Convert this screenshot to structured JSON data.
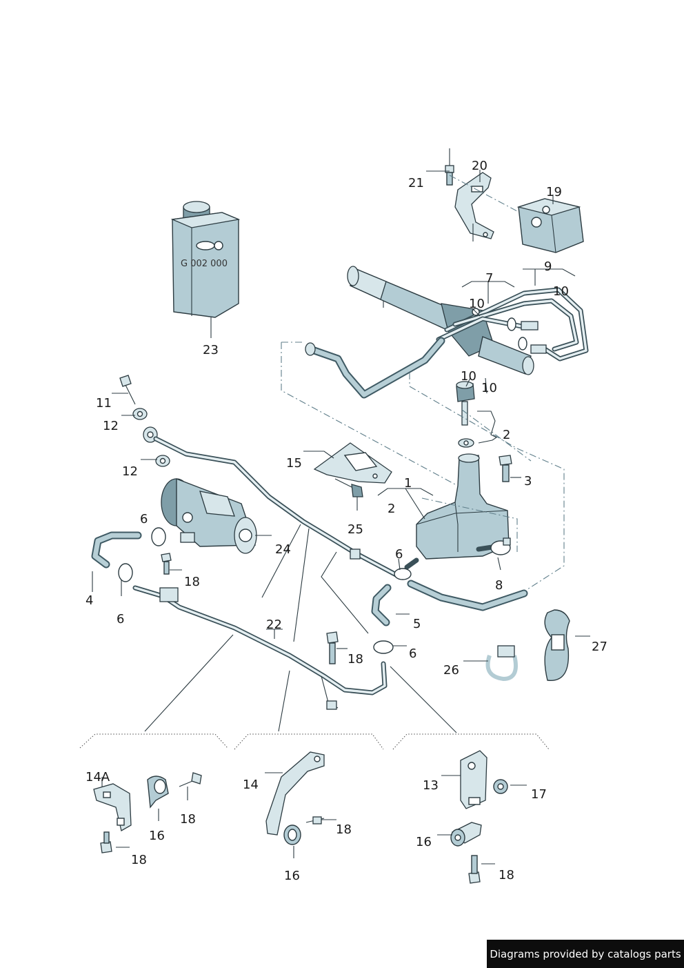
{
  "can": {
    "label": "G 002 000"
  },
  "callouts": [
    {
      "id": "c1",
      "text": "21"
    },
    {
      "id": "c2",
      "text": "20"
    },
    {
      "id": "c3",
      "text": "19"
    },
    {
      "id": "c4",
      "text": "9"
    },
    {
      "id": "c5",
      "text": "7"
    },
    {
      "id": "c6",
      "text": "10"
    },
    {
      "id": "c7",
      "text": "10"
    },
    {
      "id": "c8",
      "text": "10"
    },
    {
      "id": "c9",
      "text": "10"
    },
    {
      "id": "c10",
      "text": "23"
    },
    {
      "id": "c11",
      "text": "11"
    },
    {
      "id": "c12",
      "text": "12"
    },
    {
      "id": "c13",
      "text": "12"
    },
    {
      "id": "c14",
      "text": "2"
    },
    {
      "id": "c15",
      "text": "3"
    },
    {
      "id": "c16",
      "text": "15"
    },
    {
      "id": "c17",
      "text": "1"
    },
    {
      "id": "c18",
      "text": "2"
    },
    {
      "id": "c19",
      "text": "25"
    },
    {
      "id": "c20",
      "text": "6"
    },
    {
      "id": "c21",
      "text": "24"
    },
    {
      "id": "c22",
      "text": "6"
    },
    {
      "id": "c23",
      "text": "8"
    },
    {
      "id": "c24",
      "text": "18"
    },
    {
      "id": "c25",
      "text": "4"
    },
    {
      "id": "c26",
      "text": "6"
    },
    {
      "id": "c27",
      "text": "5"
    },
    {
      "id": "c28",
      "text": "22"
    },
    {
      "id": "c29",
      "text": "18"
    },
    {
      "id": "c30",
      "text": "6"
    },
    {
      "id": "c31",
      "text": "27"
    },
    {
      "id": "c32",
      "text": "26"
    },
    {
      "id": "c33",
      "text": "14A"
    },
    {
      "id": "c34",
      "text": "18"
    },
    {
      "id": "c35",
      "text": "16"
    },
    {
      "id": "c36",
      "text": "18"
    },
    {
      "id": "c37",
      "text": "14"
    },
    {
      "id": "c38",
      "text": "18"
    },
    {
      "id": "c39",
      "text": "16"
    },
    {
      "id": "c40",
      "text": "13"
    },
    {
      "id": "c41",
      "text": "17"
    },
    {
      "id": "c42",
      "text": "16"
    },
    {
      "id": "c43",
      "text": "18"
    }
  ],
  "footer": {
    "text": "Diagrams provided by catalogs parts"
  }
}
